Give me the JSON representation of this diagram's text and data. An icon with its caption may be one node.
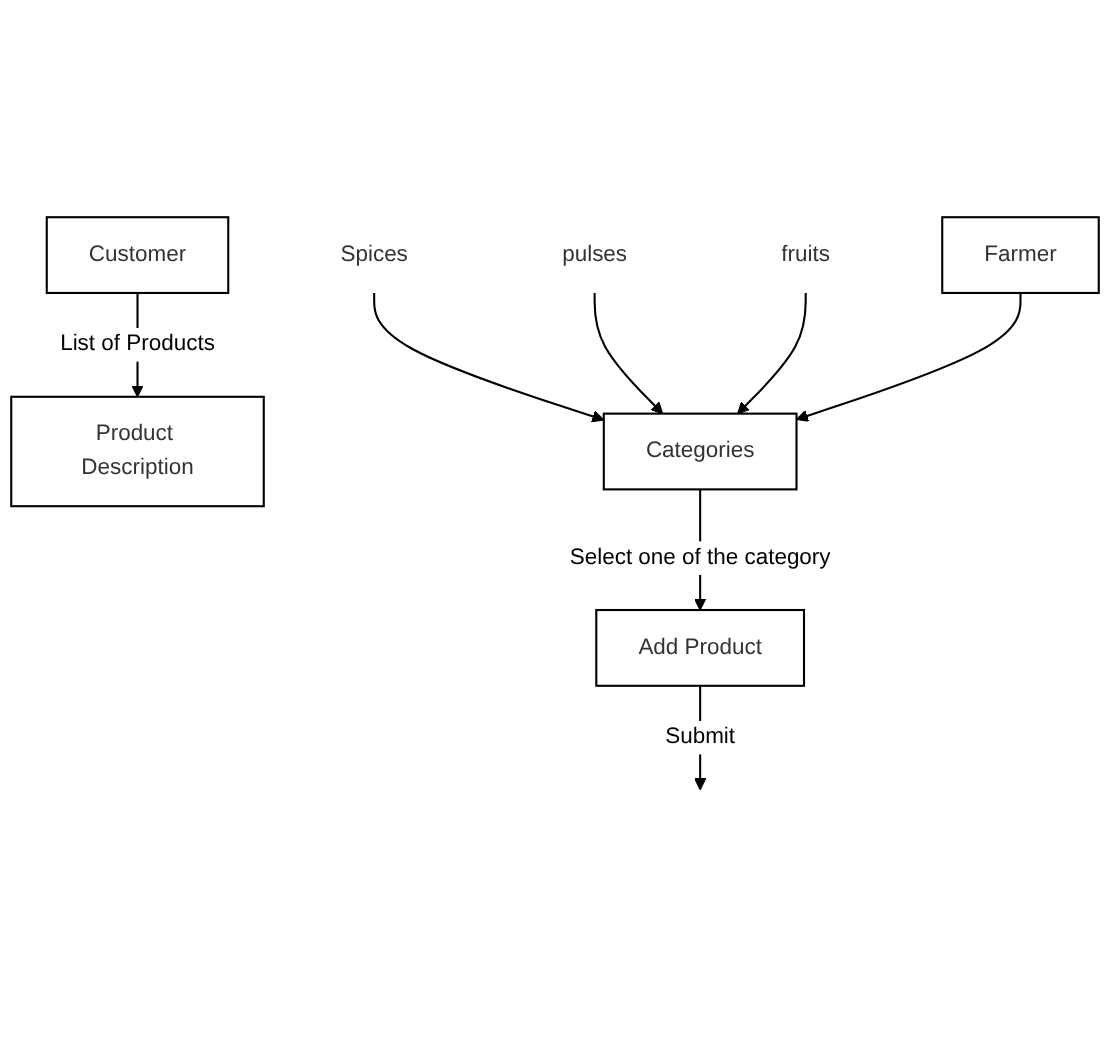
{
  "diagram": {
    "nodes": [
      {
        "text": [
          "Customer"
        ]
      },
      {
        "text": [
          "Product Description"
        ]
      },
      {
        "text": [
          "Spices"
        ]
      },
      {
        "text": [
          "pulses"
        ]
      },
      {
        "text": [
          "fruits"
        ]
      },
      {
        "text": [
          "Farmer"
        ]
      },
      {
        "text": [
          "Categories"
        ]
      },
      {
        "text": [
          "Add Product"
        ]
      }
    ],
    "edges": [
      {
        "from": 0,
        "to": 1,
        "arrow": "to",
        "label": "List of Products"
      },
      {
        "from": 2,
        "to": 6,
        "arrow": "to"
      },
      {
        "from": 3,
        "to": 6,
        "arrow": "to"
      },
      {
        "from": 4,
        "to": 6,
        "arrow": "to"
      },
      {
        "from": 5,
        "to": 6,
        "arrow": "to"
      },
      {
        "from": 6,
        "to": 7,
        "arrow": "to",
        "label": "Select one of the category"
      },
      {
        "from": 7,
        "to": null,
        "arrow": "to",
        "label": "Submit"
      }
    ]
  }
}
